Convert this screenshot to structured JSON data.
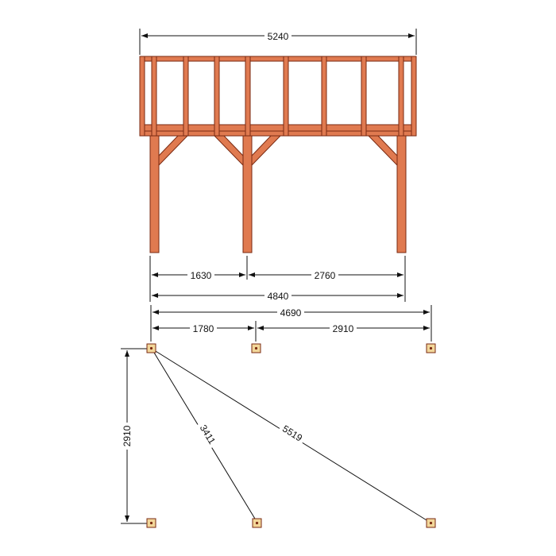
{
  "colors": {
    "timber_fill": "#e07a50",
    "timber_stroke": "#7a2a12",
    "footing_fill": "#f2d79a",
    "dimension_line": "#111111"
  },
  "dimensions": {
    "overall_roof_width": "5240",
    "post_span_left": "1630",
    "post_span_right": "2760",
    "post_outer_width": "4840",
    "footing_total_width": "4690",
    "footing_span_left": "1780",
    "footing_span_right": "2910",
    "footing_depth": "2910",
    "diagonal_short": "3411",
    "diagonal_long": "5519"
  }
}
